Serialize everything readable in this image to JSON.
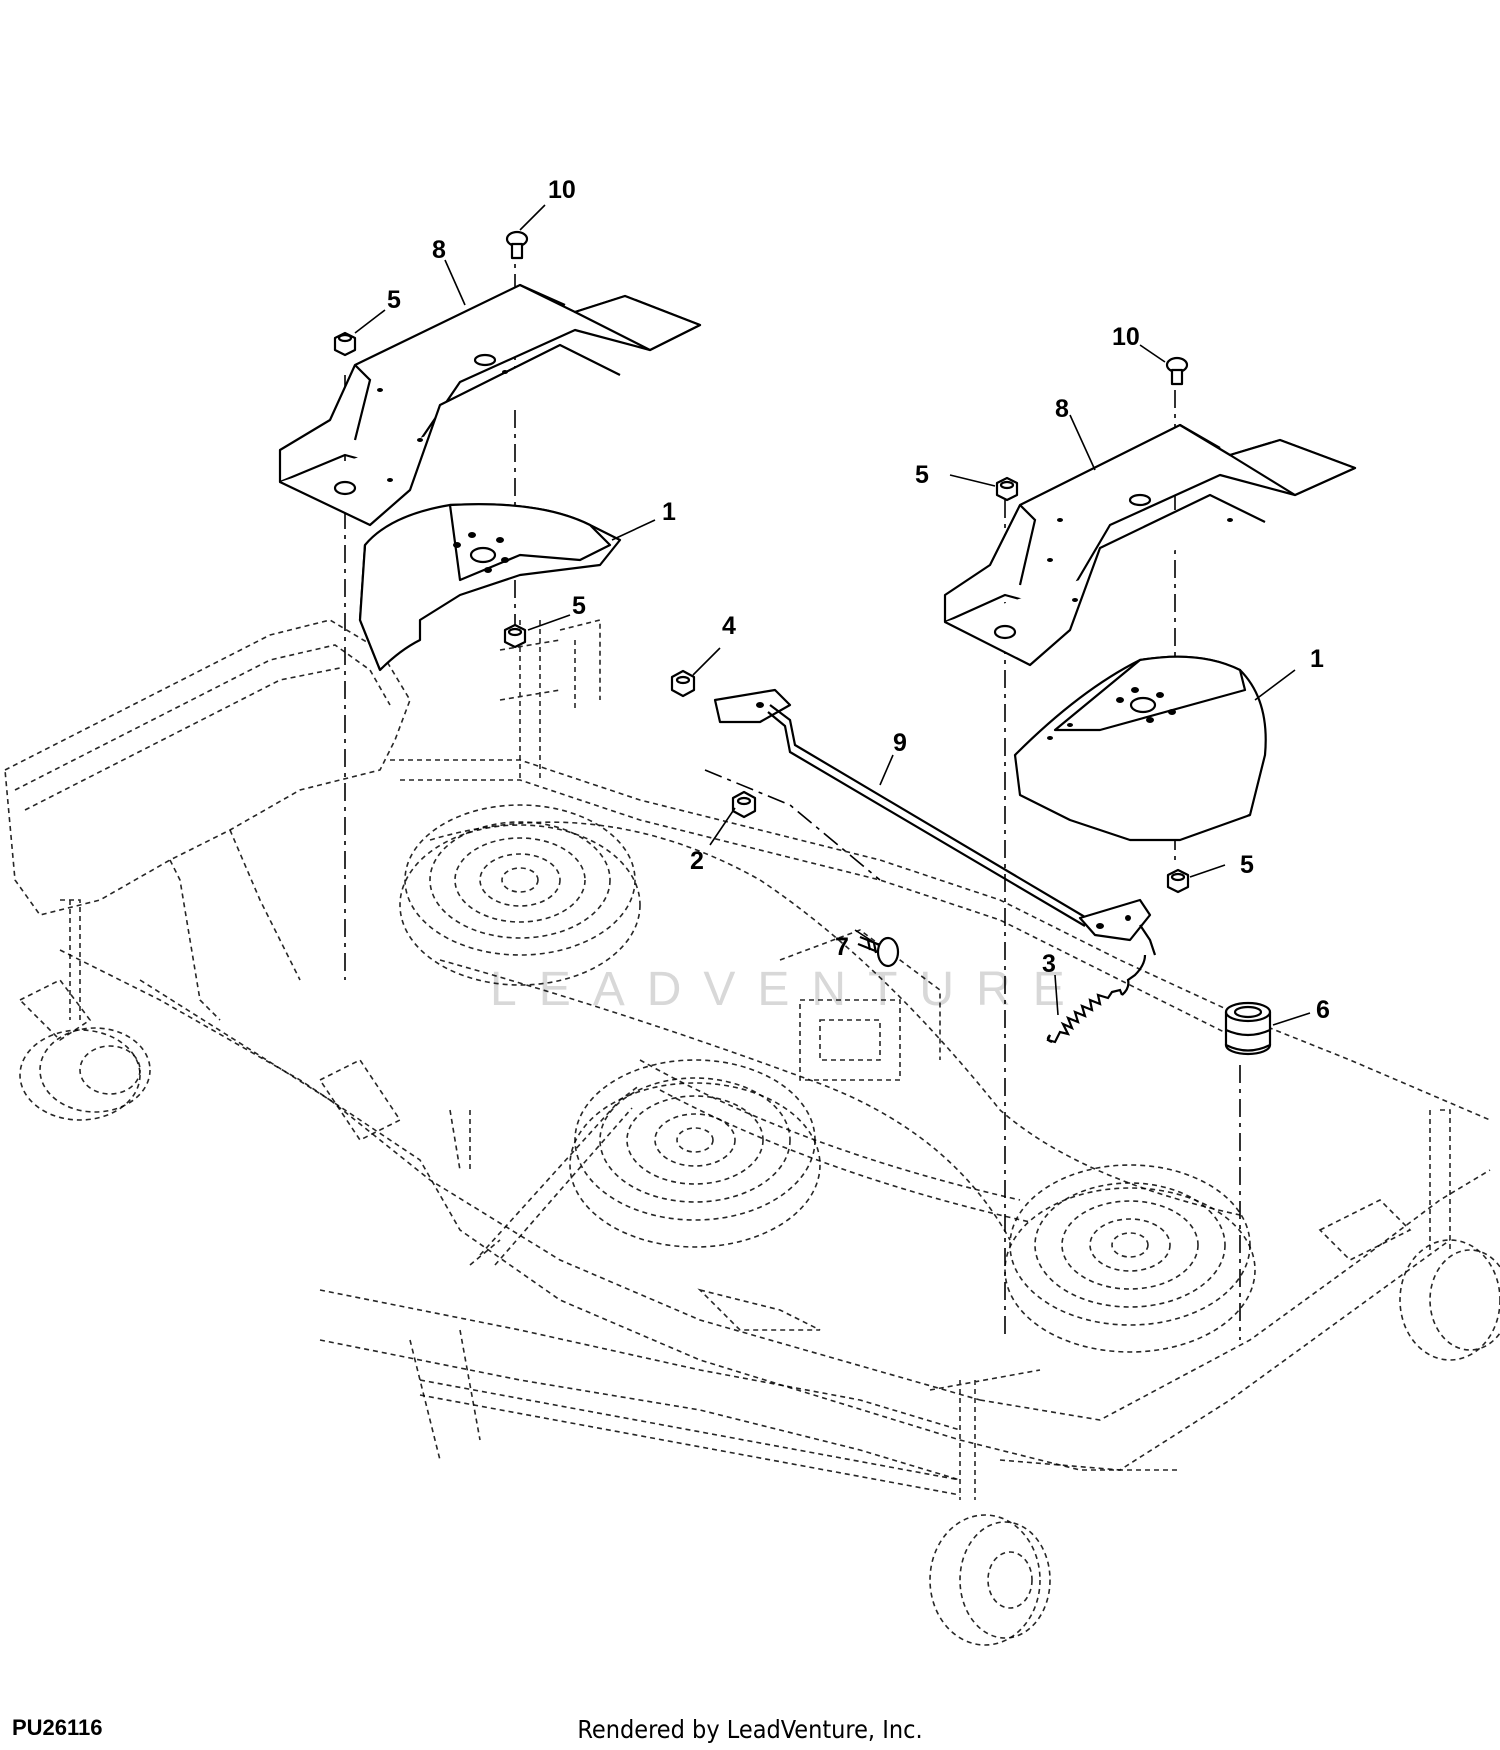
{
  "figure_id": "PU26116",
  "footer": "Rendered by LeadVenture, Inc.",
  "watermark": "LEADVENTURE",
  "callouts": [
    "10",
    "8",
    "5",
    "1",
    "5",
    "4",
    "9",
    "2",
    "7",
    "10",
    "8",
    "5",
    "1",
    "5",
    "3",
    "6"
  ]
}
